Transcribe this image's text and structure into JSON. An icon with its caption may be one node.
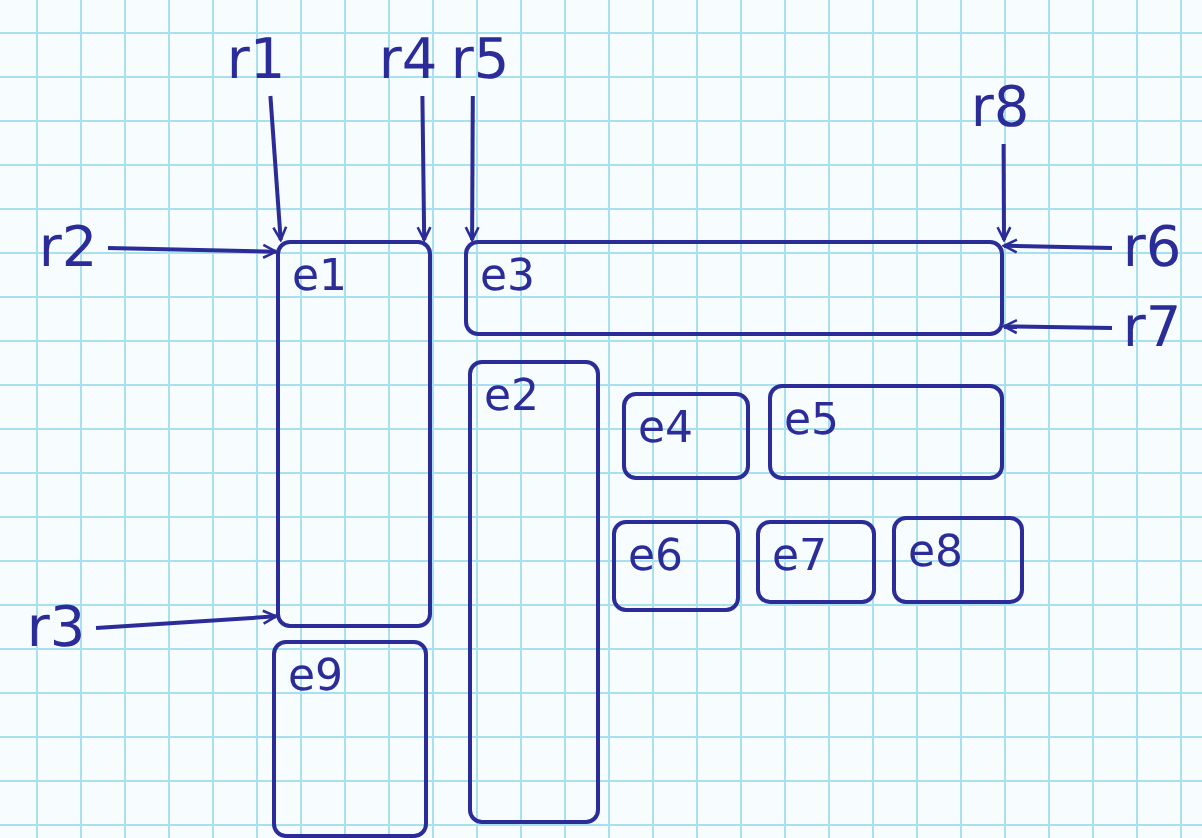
{
  "diagram": {
    "nodes": [
      {
        "text": [
          "r1"
        ]
      },
      {
        "text": [
          "r4"
        ]
      },
      {
        "text": [
          "r5"
        ]
      },
      {
        "text": [
          "r8"
        ]
      },
      {
        "text": [
          "r2"
        ]
      },
      {
        "text": [
          "e1"
        ]
      },
      {
        "text": [
          "e3"
        ]
      },
      {
        "text": [
          "r6"
        ]
      },
      {
        "text": [
          "r7"
        ]
      },
      {
        "text": [
          "e2"
        ]
      },
      {
        "text": [
          "e4"
        ]
      },
      {
        "text": [
          "e5"
        ]
      },
      {
        "text": [
          "e6"
        ]
      },
      {
        "text": [
          "e7"
        ]
      },
      {
        "text": [
          "e8"
        ]
      },
      {
        "text": [
          "r3"
        ]
      },
      {
        "text": [
          "e9"
        ]
      }
    ],
    "edges": [
      {
        "from": 0,
        "to": 5,
        "arrow": "to"
      },
      {
        "from": 1,
        "to": 5,
        "arrow": "to"
      },
      {
        "from": 2,
        "to": 6,
        "arrow": "to"
      },
      {
        "from": 3,
        "to": 6,
        "arrow": "to"
      },
      {
        "from": 4,
        "to": 5,
        "arrow": "to"
      },
      {
        "from": 7,
        "to": 6,
        "arrow": "to"
      },
      {
        "from": 8,
        "to": 6,
        "arrow": "to"
      },
      {
        "from": 15,
        "to": 5,
        "arrow": "to"
      }
    ]
  }
}
